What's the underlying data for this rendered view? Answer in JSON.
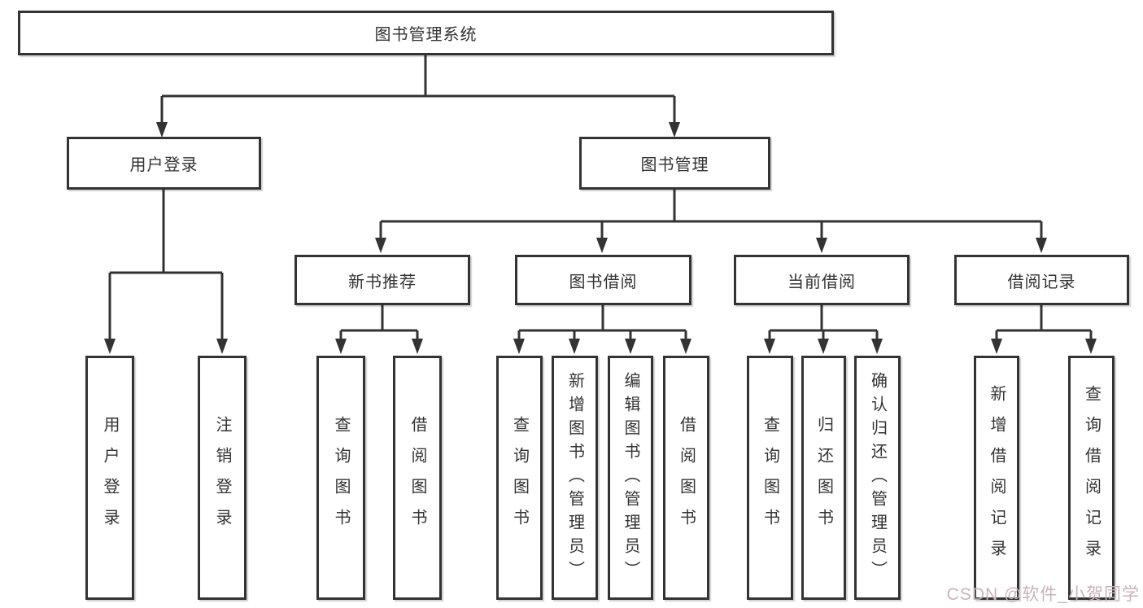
{
  "diagram": {
    "root": "图书管理系统",
    "level2": [
      "用户登录",
      "图书管理"
    ],
    "level3": [
      "新书推荐",
      "图书借阅",
      "当前借阅",
      "借阅记录"
    ],
    "leaves_user_login": [
      "用户登录",
      "注销登录"
    ],
    "leaves_new_books": [
      "查询图书",
      "借阅图书"
    ],
    "leaves_book_borrow": [
      "查询图书",
      "新增图书（管理员）",
      "编辑图书（管理员）",
      "借阅图书"
    ],
    "leaves_current_borrow": [
      "查询图书",
      "归还图书",
      "确认归还（管理员）"
    ],
    "leaves_borrow_records": [
      "新增借阅记录",
      "查询借阅记录"
    ]
  },
  "watermark": "CSDN @软件_小贺同学",
  "colors": {
    "line": "#333333",
    "box_border": "#333333",
    "text": "#333333",
    "background": "#ffffff",
    "watermark": "#c9b3b8"
  }
}
